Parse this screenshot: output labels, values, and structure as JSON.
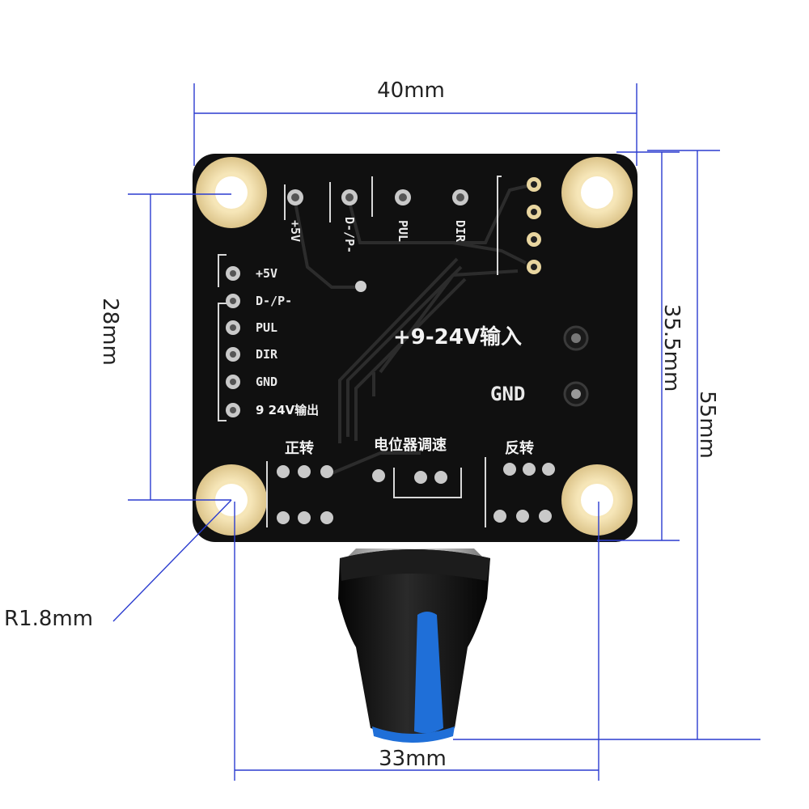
{
  "colors": {
    "dimension_line": "#2b3ccf",
    "board": "#111111",
    "pad_ring": "#f0dca4",
    "knob_body": "#141414",
    "knob_stripe": "#1f6fd8"
  },
  "dimensions": {
    "width_top": "40mm",
    "height_left": "28mm",
    "height_right_inner": "35.5mm",
    "height_right_outer": "55mm",
    "hole_radius": "R1.8mm",
    "width_bottom": "33mm"
  },
  "board": {
    "top_header_labels": [
      "+5V",
      "D-/P-",
      "PUL",
      "DIR"
    ],
    "left_header_labels": [
      "+5V",
      "D-/P-",
      "PUL",
      "DIR",
      "GND",
      "9 24V输出"
    ],
    "power_input_label": "+9-24V输入",
    "gnd_label": "GND",
    "forward_label": "正转",
    "speed_pot_label": "电位器调速",
    "reverse_label": "反转"
  }
}
